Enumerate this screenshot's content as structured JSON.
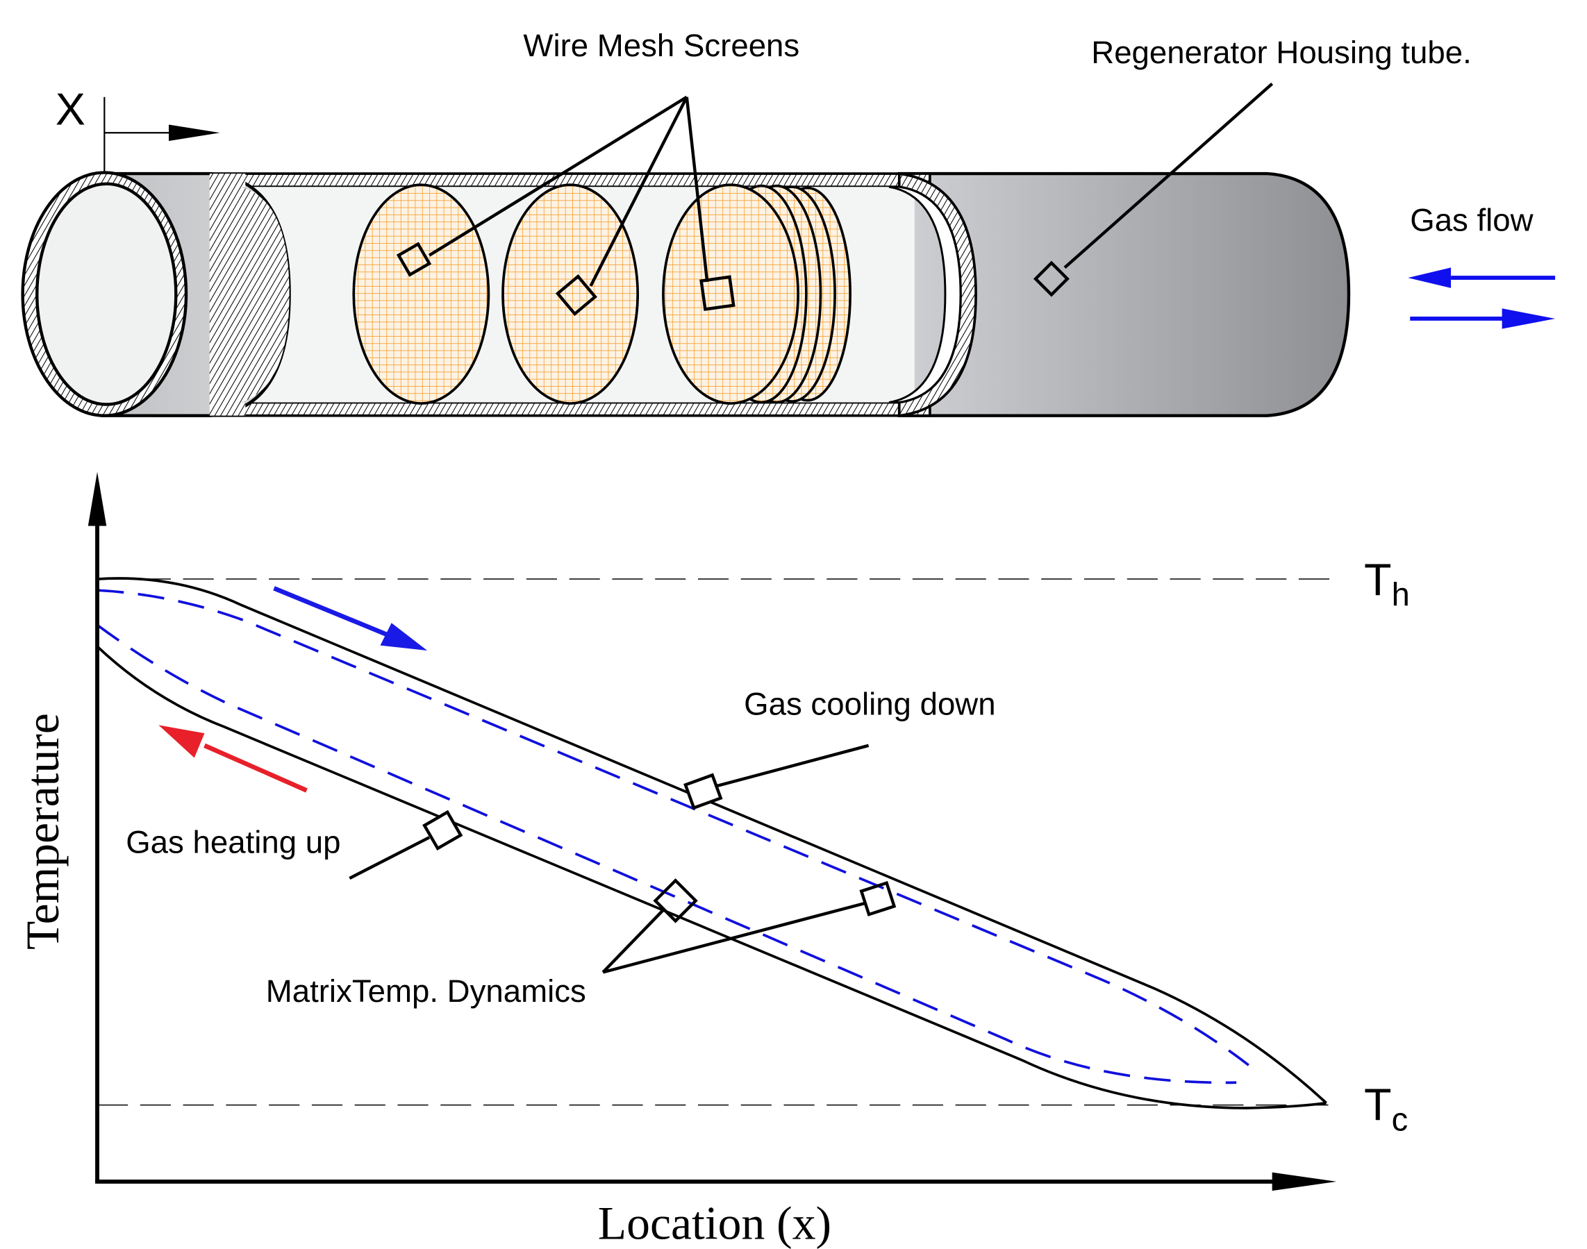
{
  "top_diagram": {
    "axis_label": "X",
    "labels": {
      "wire_mesh": "Wire Mesh Screens",
      "housing": "Regenerator Housing tube.",
      "gas_flow": "Gas flow"
    },
    "colors": {
      "mesh": "#f5a030",
      "flow_arrows": "#1010ee",
      "tube_dark": "#8e8f93",
      "tube_light": "#c9cacd"
    }
  },
  "bottom_diagram": {
    "ylabel": "Temperature",
    "xlabel": "Location (x)",
    "th_label": "T",
    "th_sub": "h",
    "tc_label": "T",
    "tc_sub": "c",
    "annotations": {
      "cooling": "Gas cooling down",
      "heating": "Gas heating up",
      "matrix": "MatrixTemp. Dynamics"
    },
    "colors": {
      "cooling_arrow": "#1a1ae6",
      "heating_arrow": "#e8202a",
      "matrix_dash": "#1010dd"
    }
  }
}
